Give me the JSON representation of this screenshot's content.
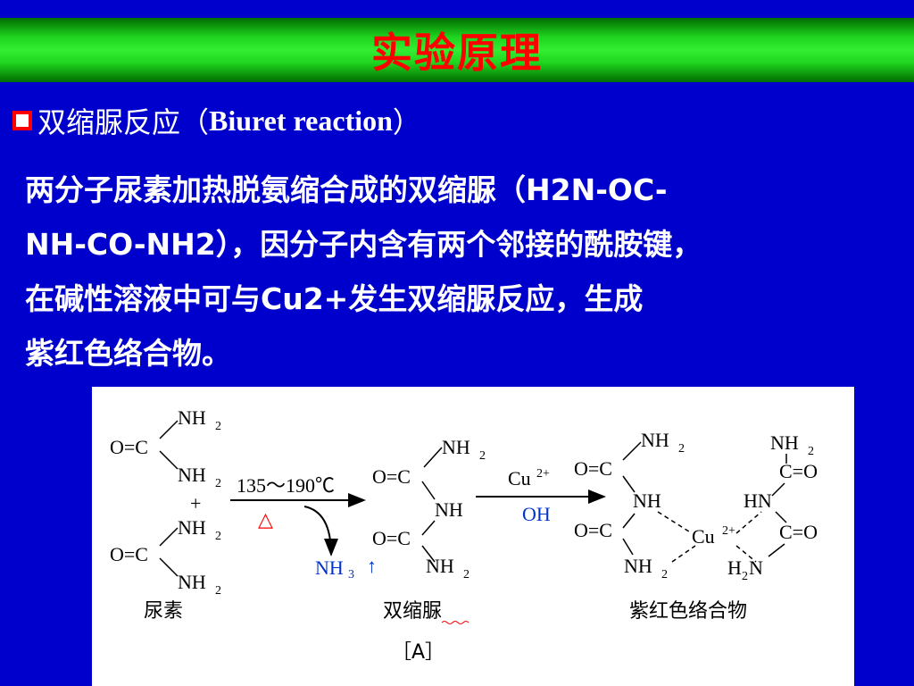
{
  "title": "实验原理",
  "heading": {
    "cn": "双缩脲反应（",
    "latin": "Biuret reaction",
    "close": "）"
  },
  "paragraph": {
    "line1": "两分子尿素加热脱氨缩合成的双缩脲（H2N-OC-",
    "line2": "NH-CO-NH2），因分子内含有两个邻接的酰胺键，",
    "line3": "在碱性溶液中可与Cu2+发生双缩脲反应，生成",
    "line4": "紫红色络合物。"
  },
  "diagram": {
    "nh2": "NH",
    "sub2": "2",
    "oc": "O=C",
    "co": "C=O",
    "nh": "NH",
    "hn": "HN",
    "h2n_h": "H",
    "h2n_n": "N",
    "plus": "+",
    "condition": "135～190℃",
    "heat_symbol": "△",
    "nh3": "NH",
    "nh3_sub": "3",
    "up_arrow": "↑",
    "cu": "Cu",
    "cu_charge": "2+",
    "oh": "OH",
    "label_urea": "尿素",
    "label_biuret": "双缩脲",
    "label_complex": "紫红色络合物",
    "label_fig": "［A］"
  }
}
